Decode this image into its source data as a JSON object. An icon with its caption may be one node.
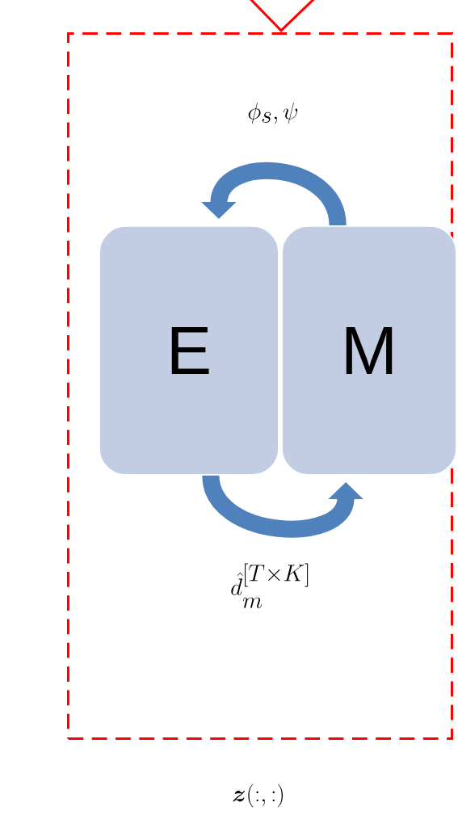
{
  "diagram": {
    "nodes": [
      {
        "text": [],
        "shape": "box"
      },
      {
        "text": [
          "E"
        ],
        "in": 0
      },
      {
        "text": [
          "M"
        ],
        "in": 0
      }
    ],
    "edges": [
      {
        "from": null,
        "to": 0,
        "arrow": "to",
        "color": "#ff0000"
      },
      {
        "from": 2,
        "to": 1,
        "arrow": "to",
        "label": "\\phi_s, \\psi"
      },
      {
        "from": 1,
        "to": 2,
        "arrow": "to",
        "label": "\\hat{d}_m^{[T\\times K]}"
      }
    ],
    "labels": [
      "\\boldsymbol{z}(:,:)"
    ]
  }
}
